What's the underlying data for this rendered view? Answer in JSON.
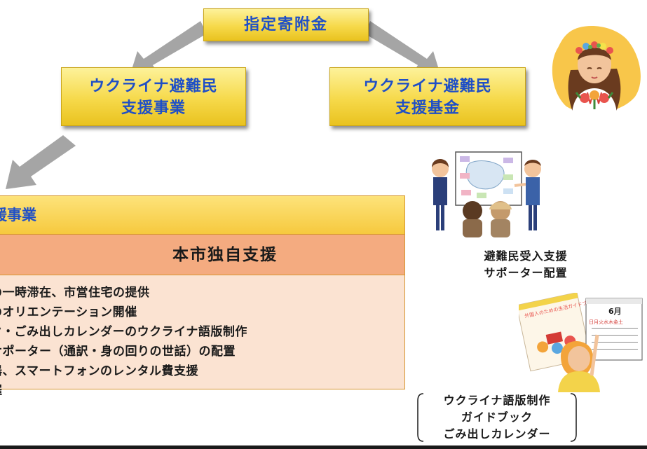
{
  "top": {
    "title": "指定寄附金"
  },
  "left": {
    "line1": "ウクライナ避難民",
    "line2": "支援事業"
  },
  "right": {
    "line1": "ウクライナ避難民",
    "line2": "支援基金"
  },
  "panel": {
    "header": "援事業",
    "subheader": "本市独自支援",
    "items": [
      "の一時滞在、市営住宅の提供",
      "のオリエンテーション開催",
      "ク・ごみ出しカレンダーのウクライナ語版制作",
      "サポーター（通訳・身の回りの世話）の配置",
      "器、スマートフォンのレンタル費支援",
      "催"
    ]
  },
  "captions": {
    "supporter": {
      "line1": "避難民受入支援",
      "line2": "サポーター配置"
    },
    "guide": {
      "line1": "ウクライナ語版制作",
      "line2": "ガイドブック",
      "line3": "ごみ出しカレンダー"
    }
  },
  "calendar": {
    "month": "6月",
    "weekdays": "日月火水木金土"
  },
  "booklet": {
    "title": "外国人のための生活ガイドブック"
  },
  "colors": {
    "accent_text": "#1f4fc6",
    "gold": "#f6d94a",
    "panel_bg": "#fbe3d2",
    "subheader_bg": "#f4ab80"
  }
}
